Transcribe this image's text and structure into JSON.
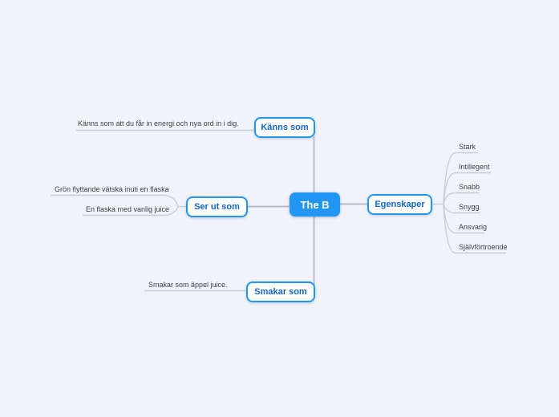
{
  "app": {
    "type": "mind-map"
  },
  "colors": {
    "background": "#f0f3fb",
    "root_fill": "#2196f3",
    "node_border": "#2196f3",
    "node_text": "#1266c9",
    "trunk_line": "#b9bdc6",
    "leaf_line": "#c8ccd4",
    "leaf_text": "#3f434b"
  },
  "root": {
    "label": "The B"
  },
  "branches": [
    {
      "label": "Känns som",
      "position": "top",
      "leaves": [
        "Känns som att du får in energi och nya ord in i dig."
      ]
    },
    {
      "label": "Ser ut som",
      "position": "left",
      "leaves": [
        "Grön flyttande vätska inuti en flaska",
        "En flaska med vanlig juice"
      ]
    },
    {
      "label": "Egenskaper",
      "position": "right",
      "leaves": [
        "Stark",
        "Intillegent",
        "Snabb",
        "Snygg",
        "Ansvarig",
        "Självförtroende"
      ]
    },
    {
      "label": "Smakar som",
      "position": "bottom",
      "leaves": [
        "Smakar som äppel juice."
      ]
    }
  ]
}
